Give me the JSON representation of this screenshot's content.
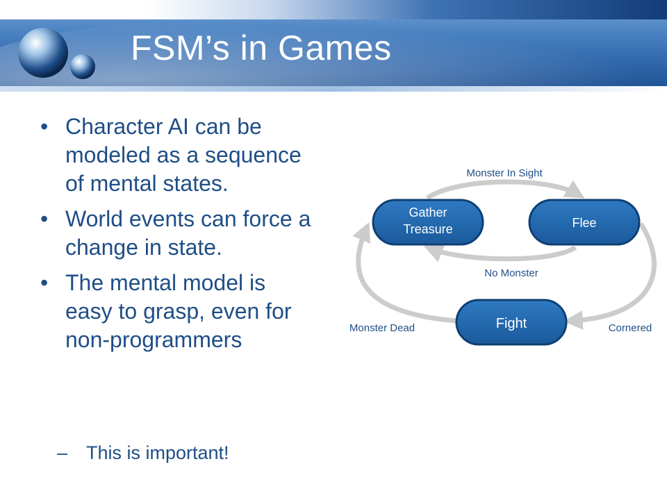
{
  "slide": {
    "title": "FSM’s in Games",
    "bullets": [
      "Character AI can be modeled as a sequence of mental states.",
      "World events can force a change in state.",
      "The mental model is easy to grasp, even for non-programmers"
    ],
    "sub_bullet": "This is important!",
    "bullet_glyph": "•",
    "sub_glyph": "–"
  },
  "diagram": {
    "states": {
      "gather_line1": "Gather",
      "gather_line2": "Treasure",
      "flee": "Flee",
      "fight": "Fight"
    },
    "transitions": {
      "monster_in_sight": "Monster In Sight",
      "no_monster": "No Monster",
      "monster_dead": "Monster Dead",
      "cornered": "Cornered"
    },
    "colors": {
      "state_fill": "#1f63a8",
      "state_border": "#0f3f73",
      "arrow": "#cccccc",
      "text": "#1f4e86"
    }
  }
}
